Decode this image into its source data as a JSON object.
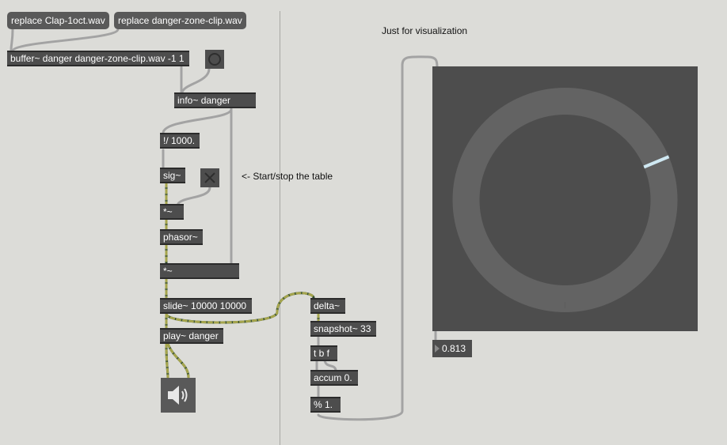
{
  "messages": {
    "replace_clap": "replace Clap-1oct.wav",
    "replace_danger": "replace danger-zone-clip.wav"
  },
  "objects": {
    "buffer": "buffer~ danger danger-zone-clip.wav -1 1",
    "info": "info~ danger",
    "div": "!/ 1000.",
    "sig": "sig~",
    "mult1": "*~",
    "phasor": "phasor~",
    "mult2": "*~",
    "slide": "slide~ 10000 10000",
    "play": "play~ danger",
    "delta": "delta~",
    "snapshot": "snapshot~ 33",
    "tbf": "t b f",
    "accum": "accum 0.",
    "mod": "% 1."
  },
  "comments": {
    "start_stop": "<- Start/stop the table",
    "visualization": "Just for visualization"
  },
  "number_box": {
    "value": "0.813"
  },
  "dial": {
    "value": 0.313
  },
  "colors": {
    "background": "#dcdcd8",
    "object": "#4d4d4d",
    "dial_ring": "#636363",
    "dial_needle": "#cfe8f2",
    "signal_wire": "#8c8c46",
    "control_wire": "#a3a3a3"
  }
}
